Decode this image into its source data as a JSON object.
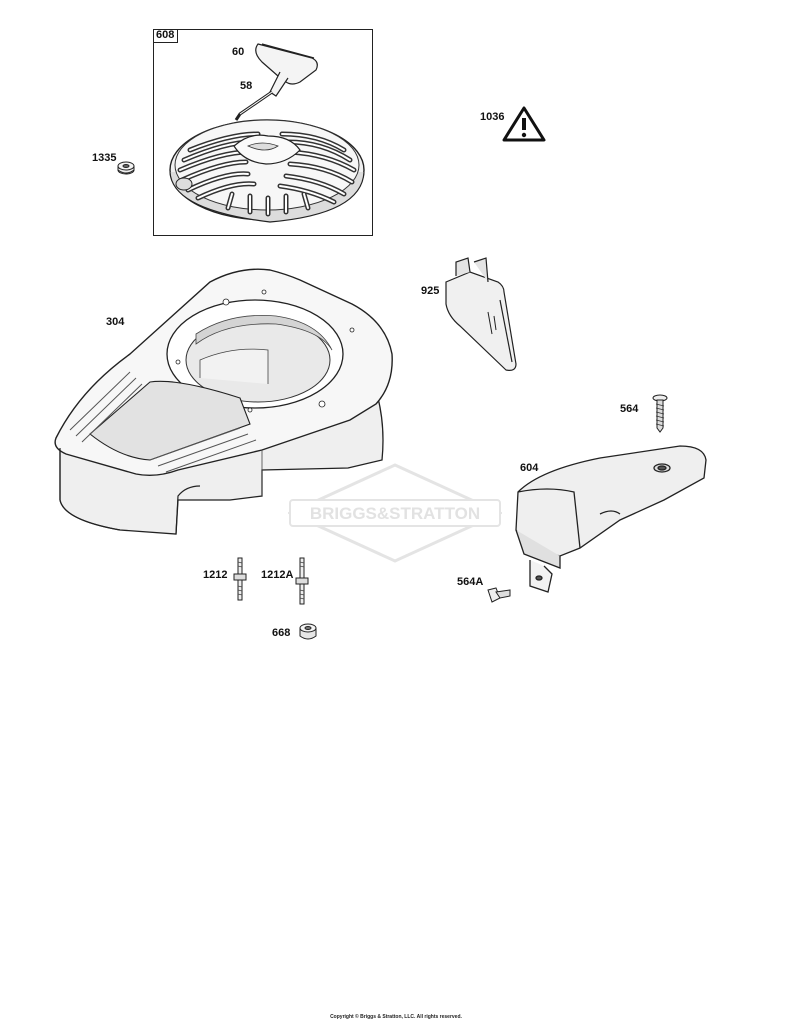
{
  "kit_box_label": "608",
  "labels": {
    "p60": "60",
    "p58": "58",
    "p1335": "1335",
    "p1036": "1036",
    "p304": "304",
    "p925": "925",
    "p564": "564",
    "p604": "604",
    "p1212": "1212",
    "p1212A": "1212A",
    "p564A": "564A",
    "p668": "668"
  },
  "watermark_text": "BRIGGS&STRATTON",
  "footer": "Copyright © Briggs & Stratton, LLC. All rights reserved."
}
